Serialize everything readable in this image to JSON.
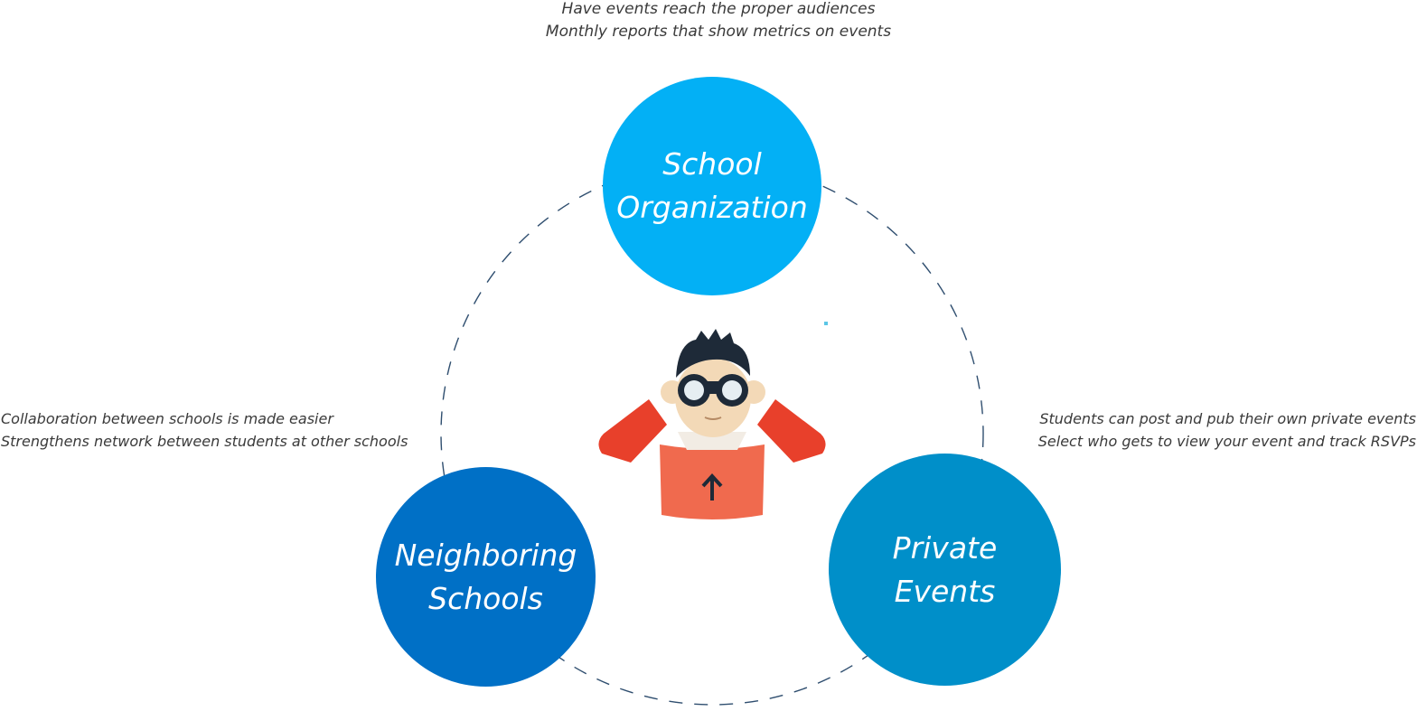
{
  "diagram": {
    "top_node": {
      "line1": "School",
      "line2": "Organization",
      "color": "#03b0f5",
      "caption_line1": "Have events reach the proper audiences",
      "caption_line2": "Monthly reports that show metrics on events"
    },
    "left_node": {
      "line1": "Neighboring",
      "line2": "Schools",
      "color": "#0070c6",
      "caption_line1": "Collaboration between schools is made easier",
      "caption_line2": "Strengthens network between students at other schools"
    },
    "right_node": {
      "line1": "Private",
      "line2": "Events",
      "color": "#008fc9",
      "caption_line1": "Students can post and pub their own private events",
      "caption_line2": "Select who gets to view your event and track RSVPs"
    },
    "center_icon": "binoculars-person-icon",
    "ring_color": "#2f4e6f"
  }
}
